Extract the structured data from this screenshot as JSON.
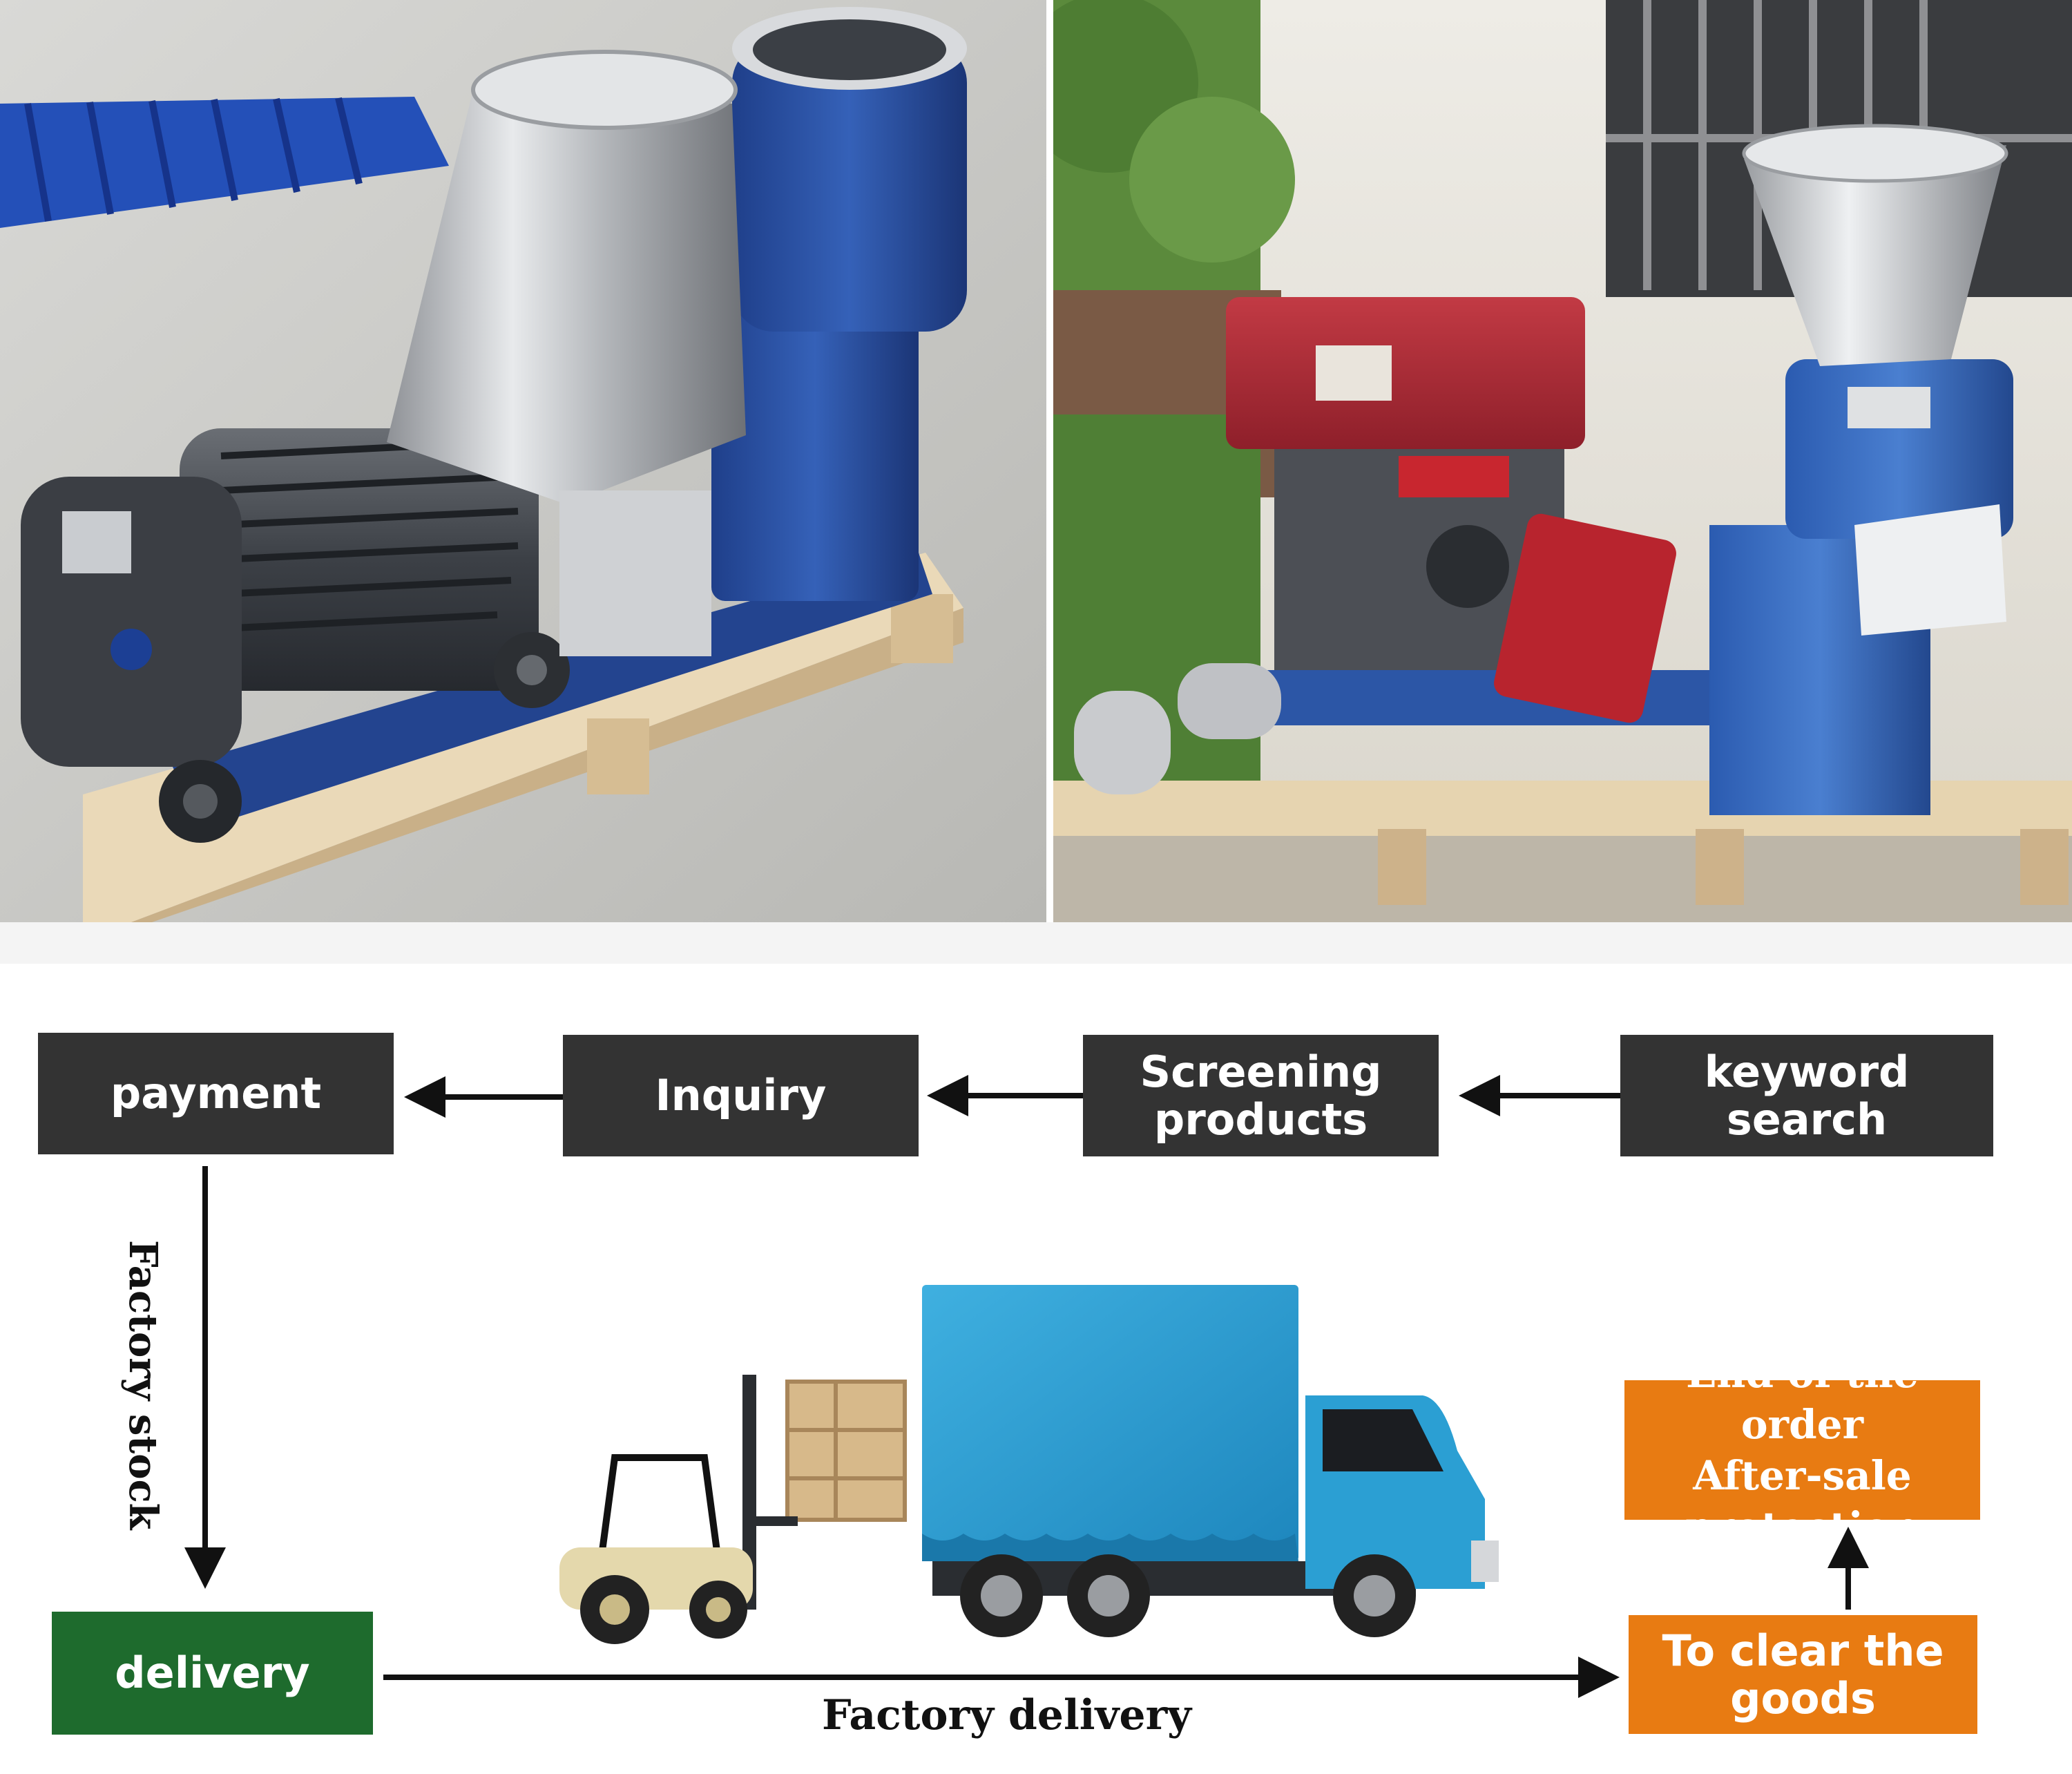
{
  "photos": {
    "left": {
      "label": "electric-pellet-mill-photo"
    },
    "right": {
      "label": "diesel-pellet-mill-photo"
    }
  },
  "flow": {
    "keyword_search": "keyword search",
    "screening_line1": "Screening",
    "screening_line2": "products",
    "inquiry": "Inquiry",
    "payment": "payment",
    "factory_stock": "Factory stock",
    "delivery": "delivery",
    "factory_delivery": "Factory delivery",
    "clear_line1": "To clear the",
    "clear_line2": "goods",
    "end_line1": "End of the order",
    "end_line2": "After-sale protection"
  },
  "colors": {
    "dark_box": "#333333",
    "green_box": "#1e6b2d",
    "orange_box": "#e87b12",
    "pellet_mill_blue": "#2a4fa0",
    "truck_blue": "#2b9fd3"
  }
}
